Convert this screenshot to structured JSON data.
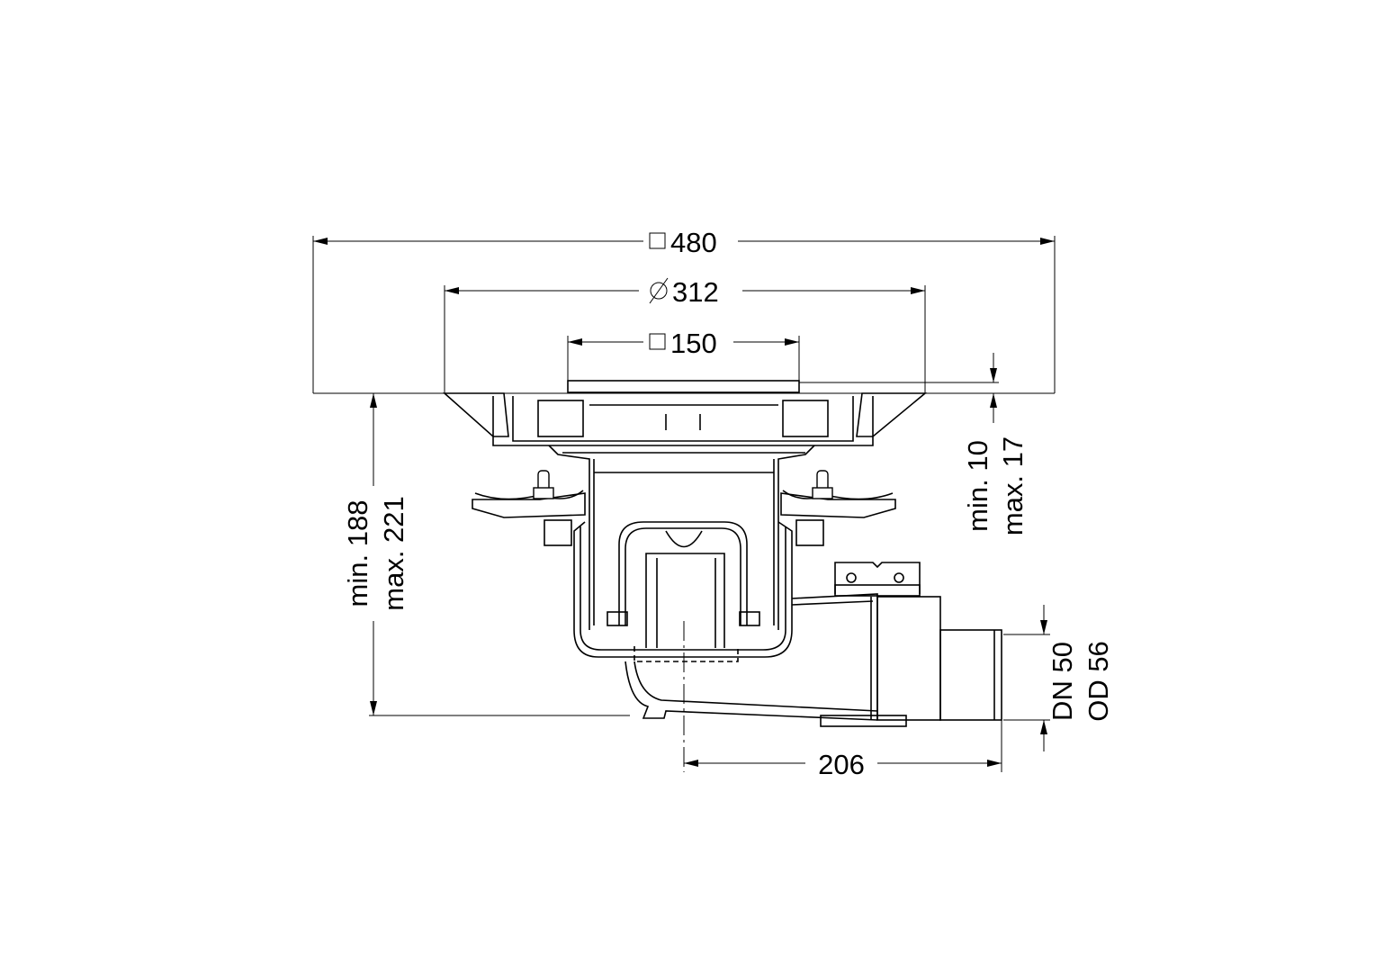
{
  "dimensions": {
    "overall_square": {
      "symbol": "□",
      "value": "480"
    },
    "flange_diameter": {
      "symbol": "∅",
      "value": "312"
    },
    "grate_square": {
      "symbol": "□",
      "value": "150"
    },
    "grate_height": {
      "line1": "min. 10",
      "line2": "max. 17"
    },
    "total_height": {
      "line1": "min. 188",
      "line2": "max. 221"
    },
    "outlet_offset": {
      "value": "206"
    },
    "outlet_size": {
      "line1": "DN 50",
      "line2": "OD 56"
    }
  }
}
